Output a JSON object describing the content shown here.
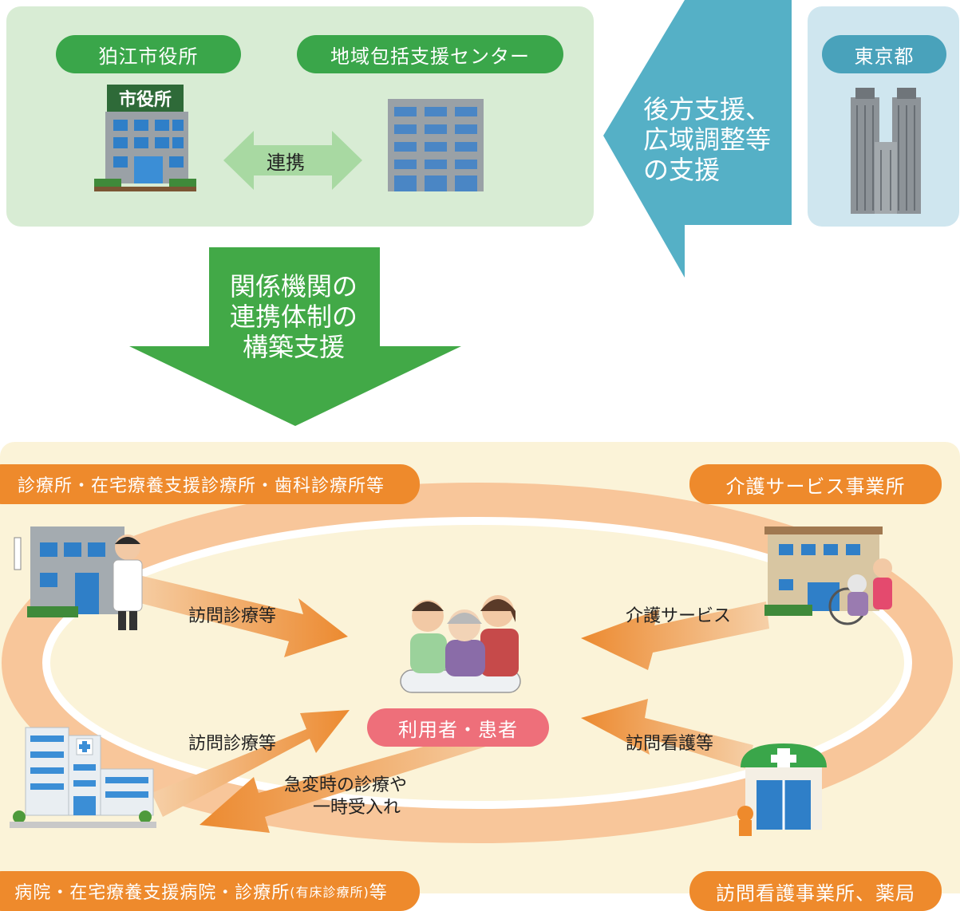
{
  "top_panel": {
    "city_hall_label": "狛江市役所",
    "center_label": "地域包括支援センター",
    "city_hall_sign": "市役所",
    "link_label": "連携"
  },
  "tokyo": {
    "label": "東京都"
  },
  "support_arrow": {
    "line1": "後方支援、",
    "line2": "広域調整等",
    "line3": "の支援"
  },
  "build_arrow": {
    "line1": "関係機関の",
    "line2": "連携体制の",
    "line3": "構築支援"
  },
  "bottom_panel": {
    "clinic_label": "診療所・在宅療養支援診療所・歯科診療所等",
    "care_label": "介護サービス事業所",
    "hospital_label": "病院・在宅療養支援病院・診療所",
    "hospital_label_small": "(有床診療所)",
    "hospital_label_suffix": " 等",
    "nursing_label": "訪問看護事業所、薬局",
    "patient_label": "利用者・患者"
  },
  "flows": {
    "clinic_visit": "訪問診療等",
    "care_service": "介護サービス",
    "hospital_visit": "訪問診療等",
    "nursing_visit": "訪問看護等",
    "emergency_line1": "急変時の診療や",
    "emergency_line2": "一時受入れ"
  },
  "colors": {
    "green_panel": "#d8ecd4",
    "green_pill": "#3aa64a",
    "teal_arrow": "#55b0c6",
    "teal_panel": "#cfe6ef",
    "orange": "#ee8a2c",
    "cream": "#fbf3d8"
  }
}
